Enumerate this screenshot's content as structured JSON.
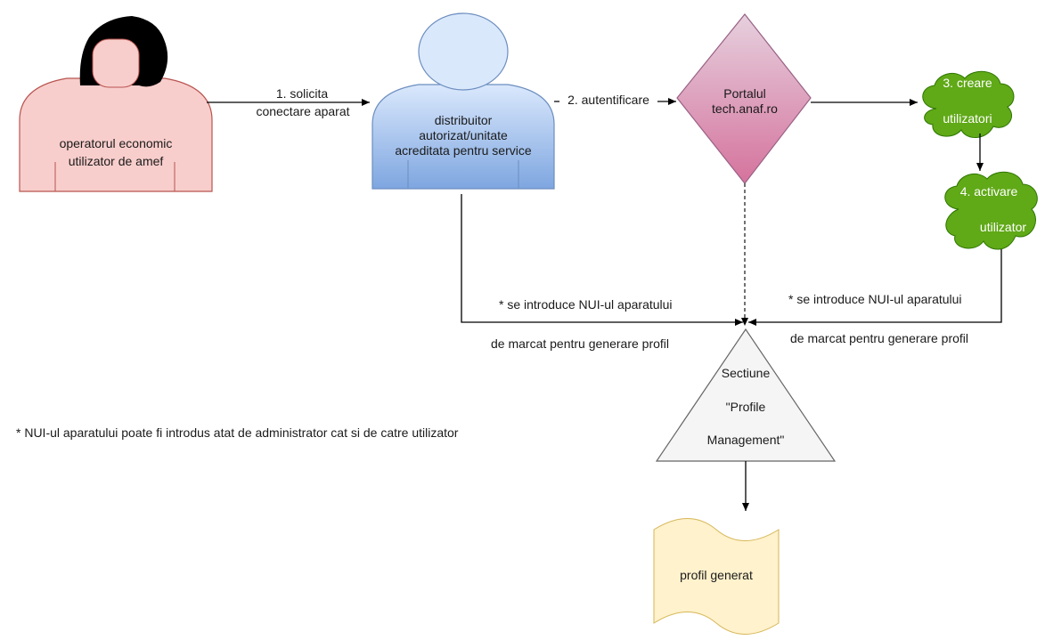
{
  "nodes": {
    "operator": {
      "line1": "operatorul economic",
      "line2": "utilizator de amef"
    },
    "distributor": {
      "line1": "distribuitor",
      "line2": "autorizat/unitate",
      "line3": "acreditata pentru service"
    },
    "portal": {
      "line1": "Portalul",
      "line2": "tech.anaf.ro"
    },
    "create_users": {
      "line1": "3. creare",
      "line2": "utilizatori"
    },
    "activate_user": {
      "line1": "4. activare",
      "line2": "utilizator"
    },
    "section": {
      "line1": "Sectiune",
      "line2": "\"Profile",
      "line3": "Management\""
    },
    "profile": {
      "label": "profil generat"
    }
  },
  "edges": {
    "connect": {
      "line1": "1. solicita",
      "line2": "conectare aparat"
    },
    "auth": {
      "label": "2. autentificare"
    },
    "nui_left": {
      "line1": "* se introduce NUI-ul aparatului",
      "line2": "de marcat pentru generare profil"
    },
    "nui_right": {
      "line1": "* se introduce NUI-ul aparatului",
      "line2": "de marcat pentru generare profil"
    }
  },
  "footnote": "* NUI-ul aparatului poate fi introdus atat de administrator cat si de catre utilizator",
  "colors": {
    "operator_fill": "#f8cecc",
    "operator_stroke": "#b85450",
    "hair": "#000000",
    "distributor_fill_top": "#dae8fc",
    "distributor_fill_bottom": "#7ea6e0",
    "distributor_stroke": "#6c8ebf",
    "portal_fill_top": "#e6d0de",
    "portal_fill_bottom": "#d5739d",
    "portal_stroke": "#996185",
    "cloud_fill": "#60a917",
    "cloud_stroke": "#2d7600",
    "triangle_fill": "#f5f5f5",
    "triangle_stroke": "#666666",
    "tape_fill": "#fff2cc",
    "tape_stroke": "#d6b656",
    "edge": "#000000"
  }
}
